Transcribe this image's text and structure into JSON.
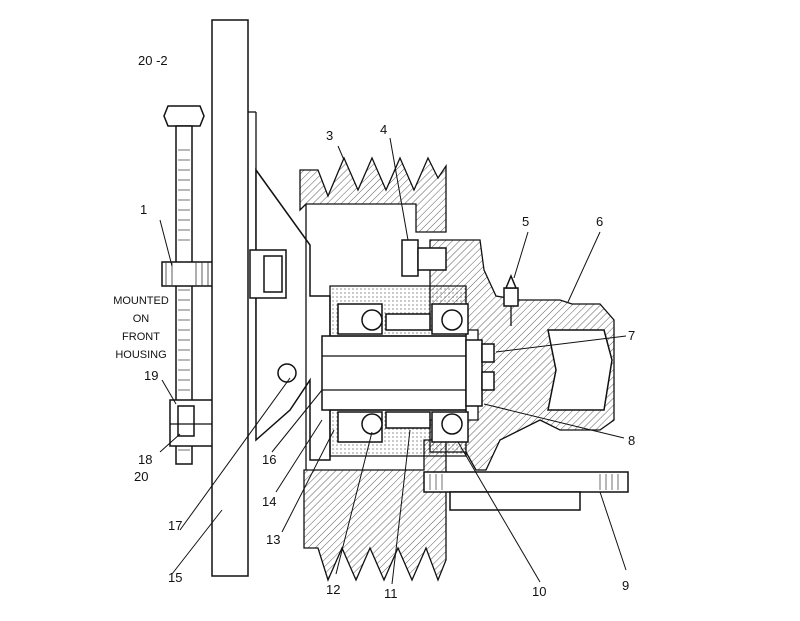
{
  "callouts": {
    "c20_2": "20 -2",
    "c1": "1",
    "c3": "3",
    "c4": "4",
    "c5": "5",
    "c6": "6",
    "c7": "7",
    "c8": "8",
    "c9": "9",
    "c10": "10",
    "c11": "11",
    "c12": "12",
    "c13": "13",
    "c14": "14",
    "c15": "15",
    "c16": "16",
    "c17": "17",
    "c18": "18",
    "c19": "19",
    "c20": "20"
  },
  "note": {
    "line1": "MOUNTED",
    "line2": "ON",
    "line3": "FRONT",
    "line4": "HOUSING"
  }
}
